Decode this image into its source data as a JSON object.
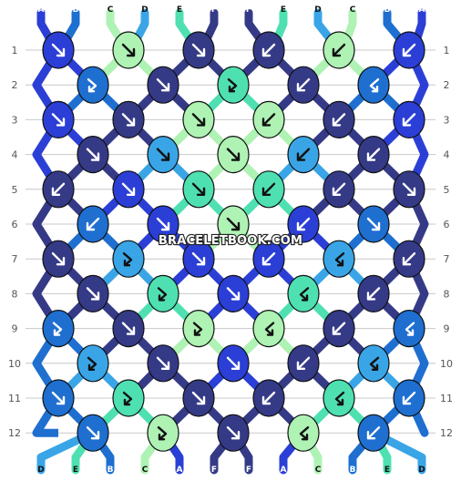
{
  "watermark": "BRACELETBOOK.COM",
  "colors": {
    "A": "#2b3fd6",
    "B": "#1e6fd0",
    "C": "#aef2b4",
    "D": "#3aa5e6",
    "E": "#4fe0b1",
    "F": "#353a87"
  },
  "top_strands": [
    "A",
    "B",
    "C",
    "D",
    "E",
    "F",
    "F",
    "E",
    "D",
    "C",
    "B",
    "A"
  ],
  "bottom_strands": [
    "D",
    "E",
    "B",
    "C",
    "A",
    "F",
    "F",
    "A",
    "C",
    "B",
    "E",
    "D"
  ],
  "rows": [
    {
      "label": "1",
      "knots": [
        {
          "c": "A",
          "d": "f"
        },
        {
          "c": "C",
          "d": "f"
        },
        {
          "c": "F",
          "d": "f"
        },
        {
          "c": "F",
          "d": "b"
        },
        {
          "c": "C",
          "d": "b"
        },
        {
          "c": "A",
          "d": "b"
        }
      ]
    },
    {
      "label": "2",
      "knots": [
        {
          "c": "B",
          "d": "fb"
        },
        {
          "c": "F",
          "d": "f"
        },
        {
          "c": "E",
          "d": "fb"
        },
        {
          "c": "F",
          "d": "b"
        },
        {
          "c": "B",
          "d": "bf"
        }
      ]
    },
    {
      "label": "3",
      "knots": [
        {
          "c": "A",
          "d": "f"
        },
        {
          "c": "F",
          "d": "f"
        },
        {
          "c": "C",
          "d": "f"
        },
        {
          "c": "C",
          "d": "b"
        },
        {
          "c": "F",
          "d": "b"
        },
        {
          "c": "A",
          "d": "b"
        }
      ]
    },
    {
      "label": "4",
      "knots": [
        {
          "c": "F",
          "d": "f"
        },
        {
          "c": "D",
          "d": "f"
        },
        {
          "c": "C",
          "d": "f"
        },
        {
          "c": "D",
          "d": "b"
        },
        {
          "c": "F",
          "d": "b"
        }
      ]
    },
    {
      "label": "5",
      "knots": [
        {
          "c": "F",
          "d": "b"
        },
        {
          "c": "A",
          "d": "f"
        },
        {
          "c": "E",
          "d": "f"
        },
        {
          "c": "E",
          "d": "b"
        },
        {
          "c": "F",
          "d": "b"
        },
        {
          "c": "F",
          "d": "f"
        }
      ]
    },
    {
      "label": "6",
      "knots": [
        {
          "c": "B",
          "d": "b"
        },
        {
          "c": "A",
          "d": "f"
        },
        {
          "c": "C",
          "d": "f"
        },
        {
          "c": "A",
          "d": "b"
        },
        {
          "c": "B",
          "d": "f"
        }
      ]
    },
    {
      "label": "7",
      "knots": [
        {
          "c": "F",
          "d": "f"
        },
        {
          "c": "D",
          "d": "fb"
        },
        {
          "c": "A",
          "d": "f"
        },
        {
          "c": "A",
          "d": "b"
        },
        {
          "c": "D",
          "d": "bf"
        },
        {
          "c": "F",
          "d": "b"
        }
      ]
    },
    {
      "label": "8",
      "knots": [
        {
          "c": "F",
          "d": "f"
        },
        {
          "c": "E",
          "d": "fb"
        },
        {
          "c": "A",
          "d": "f"
        },
        {
          "c": "E",
          "d": "bf"
        },
        {
          "c": "F",
          "d": "b"
        }
      ]
    },
    {
      "label": "9",
      "knots": [
        {
          "c": "B",
          "d": "fb"
        },
        {
          "c": "F",
          "d": "f"
        },
        {
          "c": "C",
          "d": "fb"
        },
        {
          "c": "C",
          "d": "bf"
        },
        {
          "c": "F",
          "d": "b"
        },
        {
          "c": "B",
          "d": "bf"
        }
      ]
    },
    {
      "label": "10",
      "knots": [
        {
          "c": "D",
          "d": "fb"
        },
        {
          "c": "F",
          "d": "f"
        },
        {
          "c": "A",
          "d": "f"
        },
        {
          "c": "F",
          "d": "b"
        },
        {
          "c": "D",
          "d": "bf"
        }
      ]
    },
    {
      "label": "11",
      "knots": [
        {
          "c": "B",
          "d": "f"
        },
        {
          "c": "E",
          "d": "fb"
        },
        {
          "c": "F",
          "d": "f"
        },
        {
          "c": "F",
          "d": "b"
        },
        {
          "c": "E",
          "d": "bf"
        },
        {
          "c": "B",
          "d": "b"
        }
      ]
    },
    {
      "label": "12",
      "knots": [
        {
          "c": "B",
          "d": "f"
        },
        {
          "c": "C",
          "d": "fb"
        },
        {
          "c": "F",
          "d": "f"
        },
        {
          "c": "C",
          "d": "bf"
        },
        {
          "c": "B",
          "d": "b"
        }
      ]
    }
  ]
}
